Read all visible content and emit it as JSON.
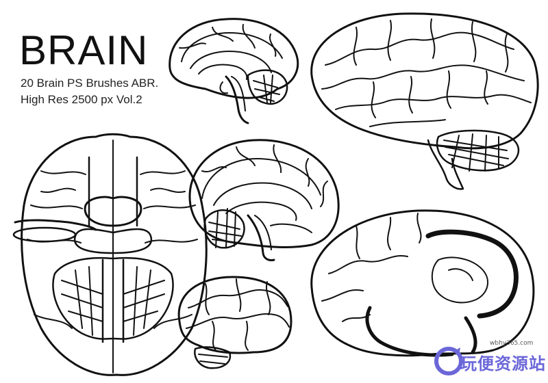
{
  "title": "BRAIN",
  "subtitle_line1": "20 Brain PS Brushes ABR.",
  "subtitle_line2": "High Res 2500 px Vol.2",
  "watermark": {
    "url": "wbhy365.com",
    "site_name": "玩便资源站"
  },
  "colors": {
    "ink": "#111111",
    "background": "#ffffff",
    "watermark_accent": "#6b67d8"
  },
  "illustrations": [
    "brain-sagittal-small",
    "brain-lateral-large",
    "brain-inferior-view",
    "brain-sagittal-center",
    "brain-lateral-small",
    "brain-lateral-outline"
  ]
}
